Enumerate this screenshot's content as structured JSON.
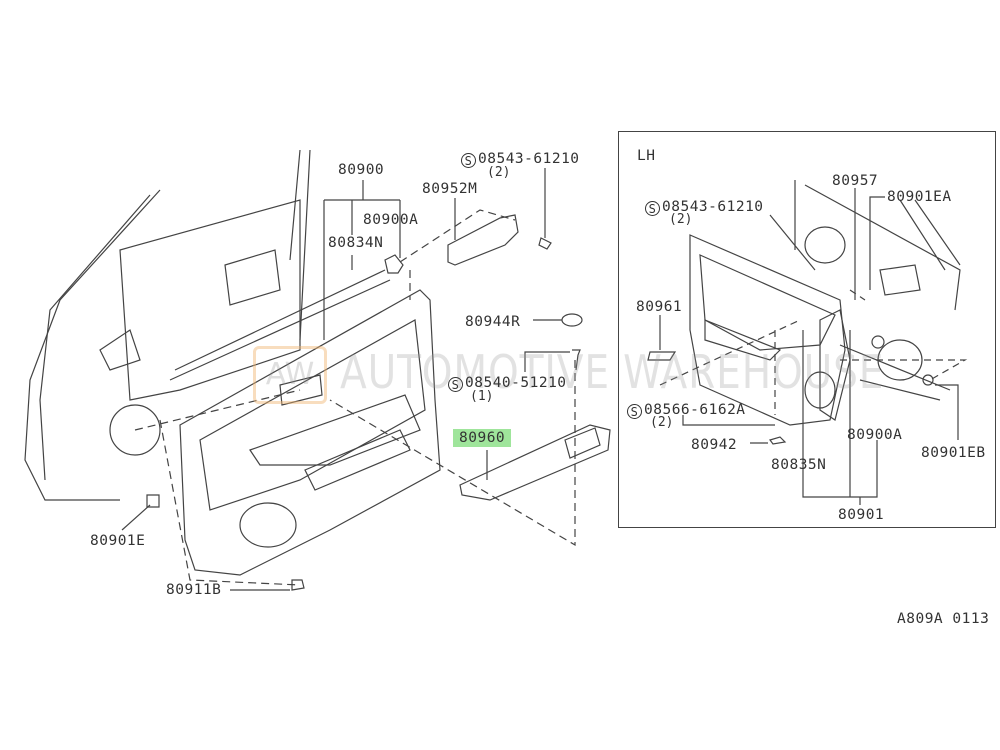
{
  "diagram": {
    "main_labels": {
      "p80900": "80900",
      "p80900A": "80900A",
      "p80834N": "80834N",
      "screw1_part": "08543-61210",
      "screw1_qty": "(2)",
      "p80952M": "80952M",
      "p80944R": "80944R",
      "screw2_part": "08540-51210",
      "screw2_qty": "(1)",
      "p80960": "80960",
      "p80901E": "80901E",
      "p80911B": "80911B"
    },
    "lh_box": {
      "title": "LH",
      "screw1_part": "08543-61210",
      "screw1_qty": "(2)",
      "p80957": "80957",
      "p80901EA": "80901EA",
      "p80961": "80961",
      "screw2_part": "08566-6162A",
      "screw2_qty": "(2)",
      "p80942": "80942",
      "p80835N": "80835N",
      "p80900A": "80900A",
      "p80901EB": "80901EB",
      "p80901": "80901"
    },
    "standard_part_symbol": "S",
    "highlight_color": "#9fe59b",
    "diagram_code": "A809A 0113",
    "watermark": {
      "logo": "AW",
      "text": "AUTOMOTIVE WAREHOUSE"
    }
  }
}
